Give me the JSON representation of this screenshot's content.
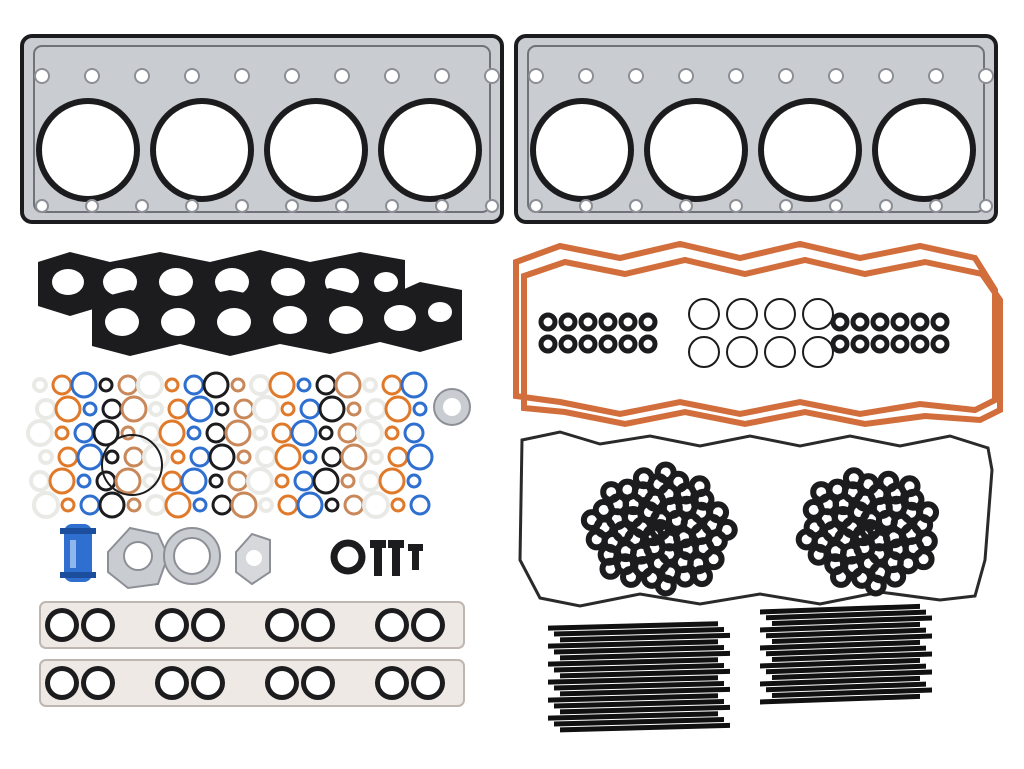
{
  "colors": {
    "background": "#ffffff",
    "steel": "#c9ccd1",
    "steel_dark": "#8c9096",
    "black_gasket": "#1c1c1e",
    "orange_gasket": "#d26e3c",
    "blue_coupler": "#2f6fd0",
    "copper": "#c8885a",
    "white_seal": "#e9e9e6",
    "stud": "#111111"
  },
  "icons": [
    "head-gasket",
    "exhaust-manifold-gasket",
    "valve-cover-gasket",
    "intake-manifold-gasket",
    "o-ring",
    "head-stud"
  ]
}
